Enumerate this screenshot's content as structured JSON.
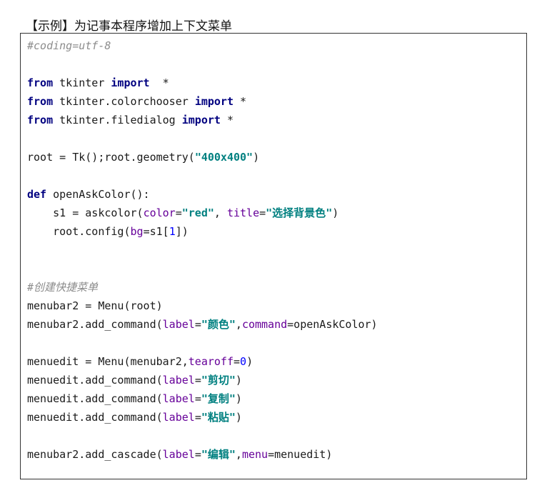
{
  "caption": "【示例】为记事本程序增加上下文菜单",
  "code_lines": [
    [
      {
        "t": "#coding=utf-8",
        "c": "cm"
      }
    ],
    [],
    [
      {
        "t": "from",
        "c": "kw"
      },
      {
        "t": " tkinter "
      },
      {
        "t": "import",
        "c": "kw"
      },
      {
        "t": "  *"
      }
    ],
    [
      {
        "t": "from",
        "c": "kw"
      },
      {
        "t": " tkinter.colorchooser "
      },
      {
        "t": "import",
        "c": "kw"
      },
      {
        "t": " *"
      }
    ],
    [
      {
        "t": "from",
        "c": "kw"
      },
      {
        "t": " tkinter.filedialog "
      },
      {
        "t": "import",
        "c": "kw"
      },
      {
        "t": " *"
      }
    ],
    [],
    [
      {
        "t": "root = Tk();root.geometry("
      },
      {
        "t": "\"400x400\"",
        "c": "st"
      },
      {
        "t": ")"
      }
    ],
    [],
    [
      {
        "t": "def",
        "c": "kw"
      },
      {
        "t": " openAskColor():"
      }
    ],
    [
      {
        "t": "    s1 = askcolor("
      },
      {
        "t": "color",
        "c": "kwarg"
      },
      {
        "t": "="
      },
      {
        "t": "\"red\"",
        "c": "st"
      },
      {
        "t": ", "
      },
      {
        "t": "title",
        "c": "kwarg"
      },
      {
        "t": "="
      },
      {
        "t": "\"选择背景色\"",
        "c": "st"
      },
      {
        "t": ")"
      }
    ],
    [
      {
        "t": "    root.config("
      },
      {
        "t": "bg",
        "c": "kwarg"
      },
      {
        "t": "=s1["
      },
      {
        "t": "1",
        "c": "num"
      },
      {
        "t": "])"
      }
    ],
    [],
    [],
    [
      {
        "t": "#创建快捷菜单",
        "c": "cm"
      }
    ],
    [
      {
        "t": "menubar2 = Menu(root)"
      }
    ],
    [
      {
        "t": "menubar2.add_command("
      },
      {
        "t": "label",
        "c": "kwarg"
      },
      {
        "t": "="
      },
      {
        "t": "\"颜色\"",
        "c": "st"
      },
      {
        "t": ","
      },
      {
        "t": "command",
        "c": "kwarg"
      },
      {
        "t": "=openAskColor)"
      }
    ],
    [],
    [
      {
        "t": "menuedit = Menu(menubar2,"
      },
      {
        "t": "tearoff",
        "c": "kwarg"
      },
      {
        "t": "="
      },
      {
        "t": "0",
        "c": "num"
      },
      {
        "t": ")"
      }
    ],
    [
      {
        "t": "menuedit.add_command("
      },
      {
        "t": "label",
        "c": "kwarg"
      },
      {
        "t": "="
      },
      {
        "t": "\"剪切\"",
        "c": "st"
      },
      {
        "t": ")"
      }
    ],
    [
      {
        "t": "menuedit.add_command("
      },
      {
        "t": "label",
        "c": "kwarg"
      },
      {
        "t": "="
      },
      {
        "t": "\"复制\"",
        "c": "st"
      },
      {
        "t": ")"
      }
    ],
    [
      {
        "t": "menuedit.add_command("
      },
      {
        "t": "label",
        "c": "kwarg"
      },
      {
        "t": "="
      },
      {
        "t": "\"粘贴\"",
        "c": "st"
      },
      {
        "t": ")"
      }
    ],
    [],
    [
      {
        "t": "menubar2.add_cascade("
      },
      {
        "t": "label",
        "c": "kwarg"
      },
      {
        "t": "="
      },
      {
        "t": "\"编辑\"",
        "c": "st"
      },
      {
        "t": ","
      },
      {
        "t": "menu",
        "c": "kwarg"
      },
      {
        "t": "=menuedit)"
      }
    ]
  ]
}
